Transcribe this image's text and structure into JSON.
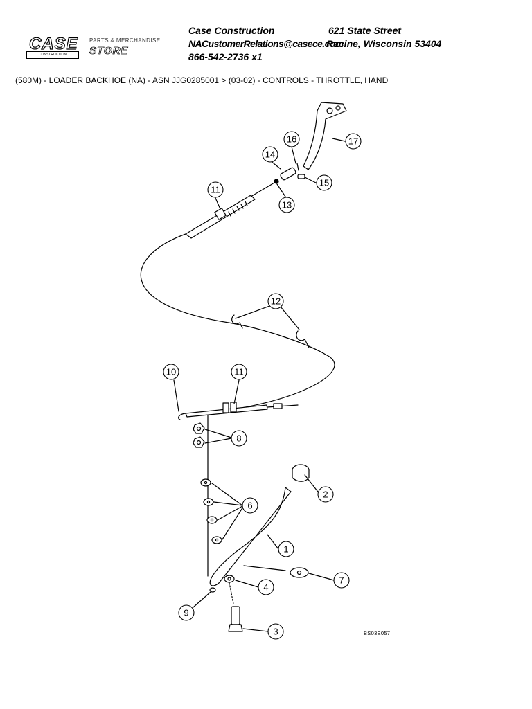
{
  "logo": {
    "brand": "CASE",
    "subbrand": "CONSTRUCTION"
  },
  "store": {
    "line1": "PARTS & MERCHANDISE",
    "line2": "STORE"
  },
  "contact": {
    "company": "Case Construction",
    "street": "621 State Street",
    "email": "NACustomerRelations@casece.com",
    "city": "Racine, Wisconsin 53404",
    "phone": "866-542-2736 x1"
  },
  "breadcrumb": "(580M) - LOADER BACKHOE (NA) - ASN JJG0285001 > (03-02) - CONTROLS - THROTTLE, HAND",
  "diagram": {
    "reference_code": "BS03E057",
    "callouts": [
      "17",
      "16",
      "14",
      "15",
      "11",
      "13",
      "12",
      "10",
      "11",
      "8",
      "2",
      "6",
      "1",
      "7",
      "4",
      "9",
      "3"
    ]
  }
}
